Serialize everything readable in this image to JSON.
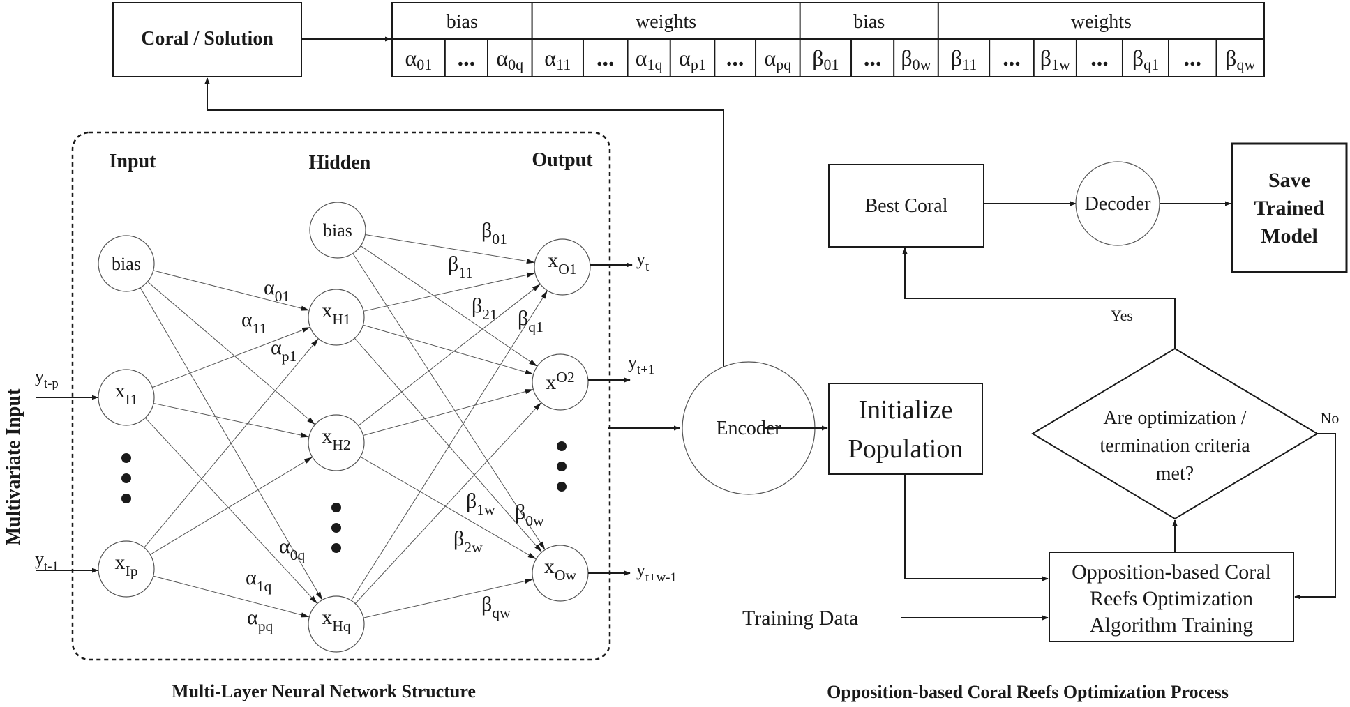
{
  "coral_solution": {
    "label": "Coral / Solution"
  },
  "vector": {
    "headers": [
      "bias",
      "weights",
      "bias",
      "weights"
    ],
    "cells": [
      {
        "sym": "α",
        "sub": "01"
      },
      {
        "sym": "...",
        "sub": ""
      },
      {
        "sym": "α",
        "sub": "0q"
      },
      {
        "sym": "α",
        "sub": "11"
      },
      {
        "sym": "...",
        "sub": ""
      },
      {
        "sym": "α",
        "sub": "1q"
      },
      {
        "sym": "α",
        "sub": "p1"
      },
      {
        "sym": "...",
        "sub": ""
      },
      {
        "sym": "α",
        "sub": "pq"
      },
      {
        "sym": "β",
        "sub": "01"
      },
      {
        "sym": "...",
        "sub": ""
      },
      {
        "sym": "β",
        "sub": "0w"
      },
      {
        "sym": "β",
        "sub": "11"
      },
      {
        "sym": "...",
        "sub": ""
      },
      {
        "sym": "β",
        "sub": "1w"
      },
      {
        "sym": "...",
        "sub": ""
      },
      {
        "sym": "β",
        "sub": "q1"
      },
      {
        "sym": "...",
        "sub": ""
      },
      {
        "sym": "β",
        "sub": "qw"
      }
    ]
  },
  "network": {
    "layer_input": "Input",
    "layer_hidden": "Hidden",
    "layer_output": "Output",
    "side_label": "Multivariate Input",
    "caption": "Multi-Layer Neural Network Structure",
    "nodes": {
      "in_bias": {
        "main": "bias",
        "sub": ""
      },
      "in_1": {
        "main": "x",
        "sub": "I1"
      },
      "in_p": {
        "main": "x",
        "sub": "Ip"
      },
      "hid_bias": {
        "main": "bias",
        "sub": ""
      },
      "hid_1": {
        "main": "x",
        "sub": "H1"
      },
      "hid_2": {
        "main": "x",
        "sub": "H2"
      },
      "hid_q": {
        "main": "x",
        "sub": "Hq"
      },
      "out_1": {
        "main": "x",
        "sub": "O1"
      },
      "out_2": {
        "main": "x",
        "sub": "O2"
      },
      "out_w": {
        "main": "x",
        "sub": "Ow"
      }
    },
    "inputs": [
      {
        "main": "y",
        "sub": "t-p"
      },
      {
        "main": "y",
        "sub": "t-1"
      }
    ],
    "outputs": [
      {
        "main": "y",
        "sub": "t"
      },
      {
        "main": "y",
        "sub": "t+1"
      },
      {
        "main": "y",
        "sub": "t+w-1"
      }
    ],
    "weights": {
      "a01": {
        "main": "α",
        "sub": "01"
      },
      "a11": {
        "main": "α",
        "sub": "11"
      },
      "ap1": {
        "main": "α",
        "sub": "p1"
      },
      "a0q": {
        "main": "α",
        "sub": "0q"
      },
      "a1q": {
        "main": "α",
        "sub": "1q"
      },
      "apq": {
        "main": "α",
        "sub": "pq"
      },
      "b01": {
        "main": "β",
        "sub": "01"
      },
      "b11": {
        "main": "β",
        "sub": "11"
      },
      "b21": {
        "main": "β",
        "sub": "21"
      },
      "bq1": {
        "main": "β",
        "sub": "q1"
      },
      "b1w": {
        "main": "β",
        "sub": "1w"
      },
      "b0w": {
        "main": "β",
        "sub": "0w"
      },
      "b2w": {
        "main": "β",
        "sub": "2w"
      },
      "bqw": {
        "main": "β",
        "sub": "qw"
      }
    }
  },
  "process": {
    "encoder": "Encoder",
    "decoder": "Decoder",
    "best_coral": "Best Coral",
    "save_model": [
      "Save",
      "Trained",
      "Model"
    ],
    "init_population": [
      "Initialize",
      "Population"
    ],
    "decision": [
      "Are optimization /",
      "termination criteria",
      "met?"
    ],
    "yes": "Yes",
    "no": "No",
    "training_box": [
      "Opposition-based Coral",
      "Reefs Optimization",
      "Algorithm Training"
    ],
    "training_data": "Training Data",
    "caption": "Opposition-based Coral Reefs Optimization Process"
  }
}
